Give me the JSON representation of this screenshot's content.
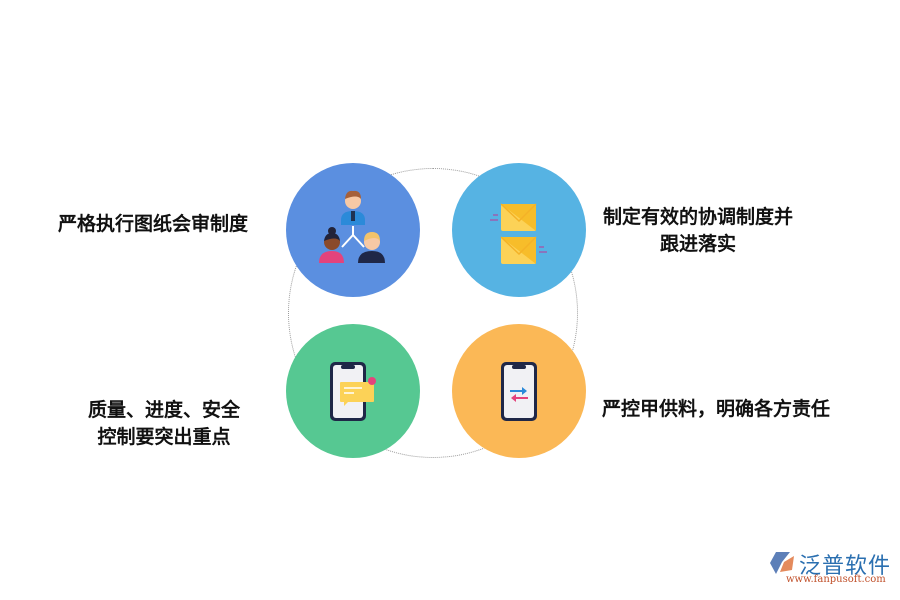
{
  "diagram": {
    "items": [
      {
        "label": "严格执行图纸会审制度",
        "icon": "people-hierarchy-icon",
        "color": "#5b8fe0"
      },
      {
        "label_lines": [
          "制定有效的协调制度并",
          "跟进落实"
        ],
        "icon": "envelopes-icon",
        "color": "#56b3e3"
      },
      {
        "label_lines": [
          "质量、进度、安全",
          "控制要突出重点"
        ],
        "icon": "phone-message-icon",
        "color": "#56c892"
      },
      {
        "label": "严控甲供料，明确各方责任",
        "icon": "phone-transfer-icon",
        "color": "#fbb856"
      }
    ]
  },
  "logo": {
    "name": "泛普软件",
    "url": "www.fanpusoft.com"
  }
}
